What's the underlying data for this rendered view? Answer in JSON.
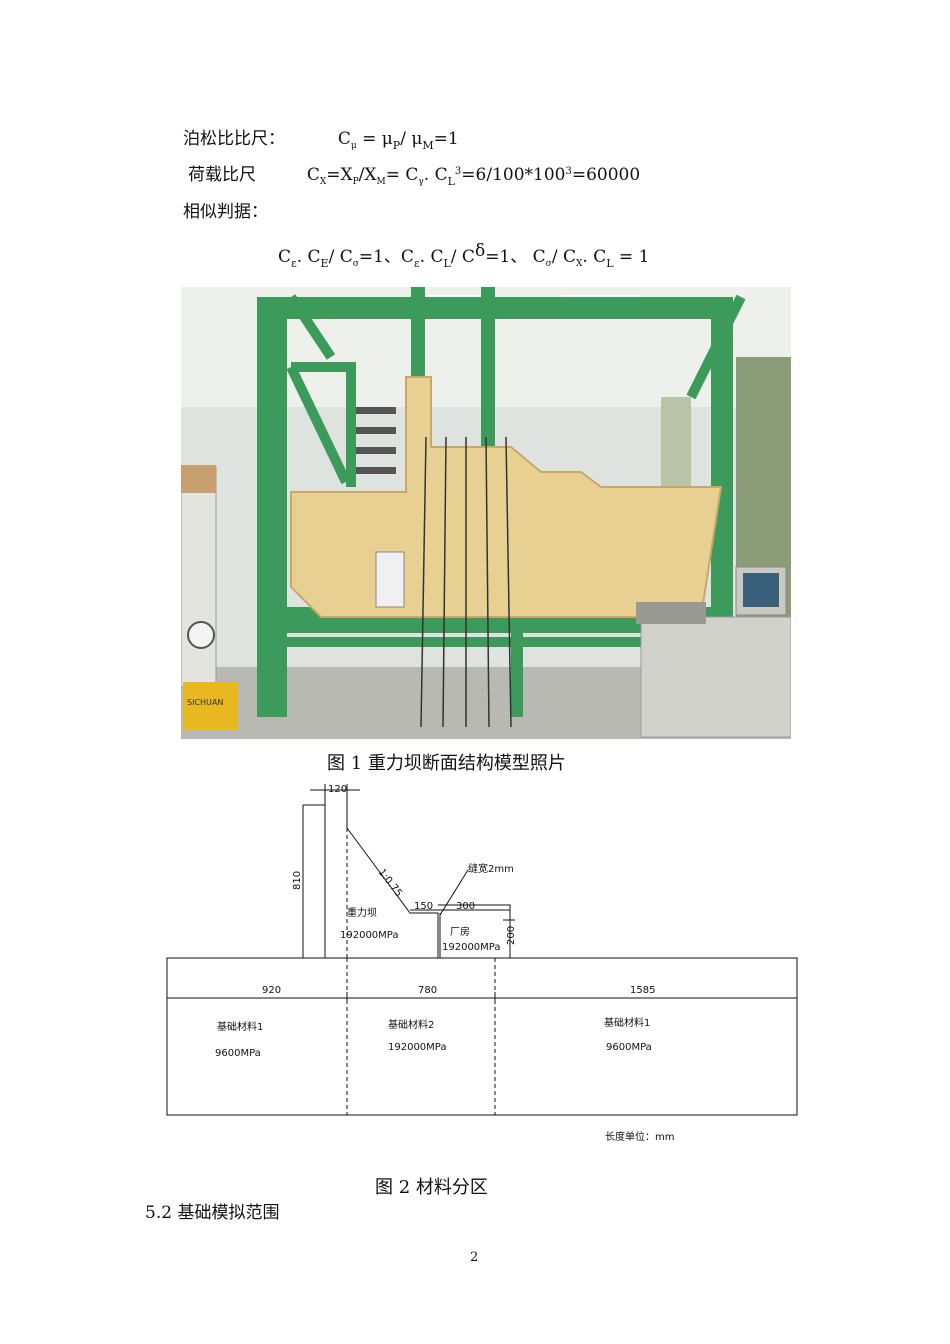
{
  "formulas": {
    "poisson": {
      "label": "泊松比比尺：",
      "c": "C",
      "mu_sub": "μ",
      "eq": "= μ",
      "p_sub": "P",
      "slash": "/ μ",
      "m_sub": "M",
      "tail": "=1"
    },
    "load": {
      "label": "荷载比尺",
      "c1": "C",
      "x_sub": "X",
      "eq1": "=X",
      "p_sub": "P",
      "slash": "/X",
      "m_sub": "M",
      "eq2": "= C",
      "y_sub": "γ",
      "dot": ". C",
      "l_sub": "L",
      "exp": "3",
      "mid": "=6/100*100",
      "exp2": "3",
      "tail": "=60000"
    },
    "similarity_label": "相似判据：",
    "criteria": {
      "c1": "C",
      "e1": "ε",
      "d1": ". C",
      "E1": "E",
      "s1": "/ C",
      "o1": "σ",
      "r1": "=1、C",
      "e2": "ε",
      "d2": ". C",
      "L2": "L",
      "s2": "/ C",
      "delta": "δ",
      "r2": "=1、  C",
      "o3": "σ",
      "s3": "/ C",
      "x3": "X",
      "d3": ". C",
      "L3": "L",
      "r3": " = 1"
    }
  },
  "figure1": {
    "caption": "图 1      重力坝断面结构模型照片",
    "photo_text": "SICHUAN"
  },
  "figure2": {
    "caption": "图 2    材料分区",
    "dims": {
      "top_width": "120",
      "height": "810",
      "slope": "1:0.75",
      "berm": "150",
      "house_w": "300",
      "house_h": "200",
      "joint": "缝宽2mm",
      "left": "920",
      "mid": "780",
      "right": "1585"
    },
    "labels": {
      "dam": "重力坝",
      "dam_mod": "192000MPa",
      "house": "厂房",
      "house_mod": "192000MPa",
      "base1": "基础材料1",
      "base1_mod": "9600MPa",
      "base2": "基础材料2",
      "base2_mod": "192000MPa",
      "base3": "基础材料1",
      "base3_mod": "9600MPa",
      "unit": "长度单位：mm"
    }
  },
  "section_heading": "5.2 基础模拟范围",
  "page_number": "2"
}
